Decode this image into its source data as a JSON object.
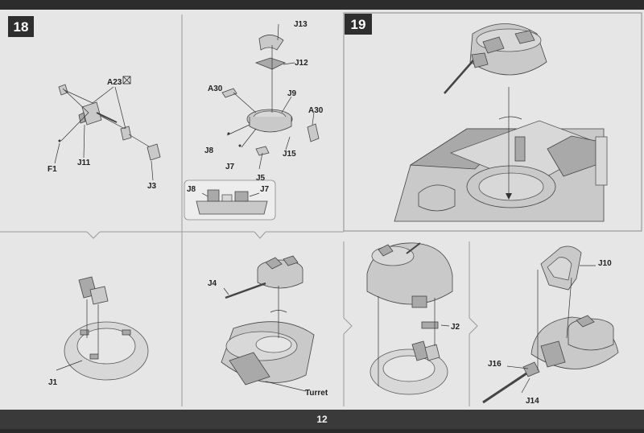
{
  "steps": {
    "s18": "18",
    "s19": "19"
  },
  "labels": {
    "a23": "A23",
    "f1": "F1",
    "j11": "J11",
    "j3": "J3",
    "j13": "J13",
    "j12": "J12",
    "a30_left": "A30",
    "j9": "J9",
    "a30_right": "A30",
    "j8_top": "J8",
    "j15": "J15",
    "j7_top": "J7",
    "j5": "J5",
    "j8_inset": "J8",
    "j7_inset": "J7",
    "j1": "J1",
    "j4": "J4",
    "turret": "Turret",
    "j2": "J2",
    "j10": "J10",
    "j16": "J16",
    "j14": "J14"
  },
  "footer": {
    "page_number": "12"
  }
}
